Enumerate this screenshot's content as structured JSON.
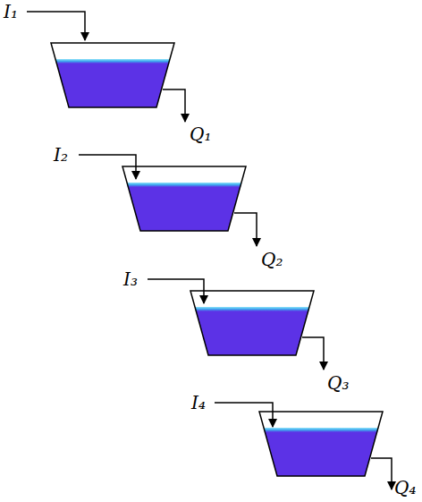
{
  "diagram": {
    "labels": [
      "I₁",
      "Q₁",
      "I₂",
      "Q₂",
      "I₃",
      "Q₃",
      "I₄",
      "Q₄"
    ]
  }
}
